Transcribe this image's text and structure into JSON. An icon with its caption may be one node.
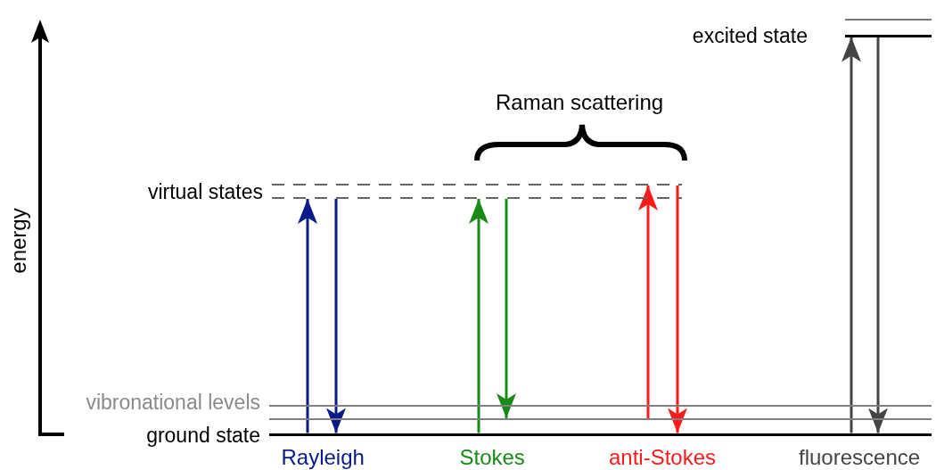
{
  "diagram": {
    "nodes": [
      {
        "text": [],
        "shape": "bar"
      },
      {
        "text": [
          "excited state"
        ]
      },
      {
        "text": [],
        "shape": "bar"
      },
      {
        "text": [
          "virtual  states"
        ]
      },
      {
        "text": [
          "vibronational levels"
        ]
      },
      {
        "text": [],
        "shape": "bar"
      },
      {
        "text": [
          "ground state"
        ]
      }
    ],
    "edges": [
      {
        "from": 6,
        "to": 3,
        "arrow": "to",
        "color": "#0a1a8a"
      },
      {
        "from": 3,
        "to": 6,
        "arrow": "to",
        "color": "#0a1a8a"
      },
      {
        "from": 6,
        "to": 3,
        "arrow": "to",
        "color": "#178a17"
      },
      {
        "from": 3,
        "to": 5,
        "arrow": "to",
        "color": "#178a17"
      },
      {
        "from": 5,
        "to": 2,
        "arrow": "to",
        "color": "#ff1a1a"
      },
      {
        "from": 2,
        "to": 6,
        "arrow": "to",
        "color": "#ff1a1a"
      },
      {
        "from": 6,
        "to": 1,
        "arrow": "to",
        "color": "#444444"
      },
      {
        "from": 1,
        "to": 6,
        "arrow": "to",
        "color": "#444444"
      }
    ],
    "labels": [
      "Raman scattering",
      "energy",
      "Rayleigh",
      "Stokes",
      "anti-Stokes",
      "fluorescence"
    ]
  }
}
